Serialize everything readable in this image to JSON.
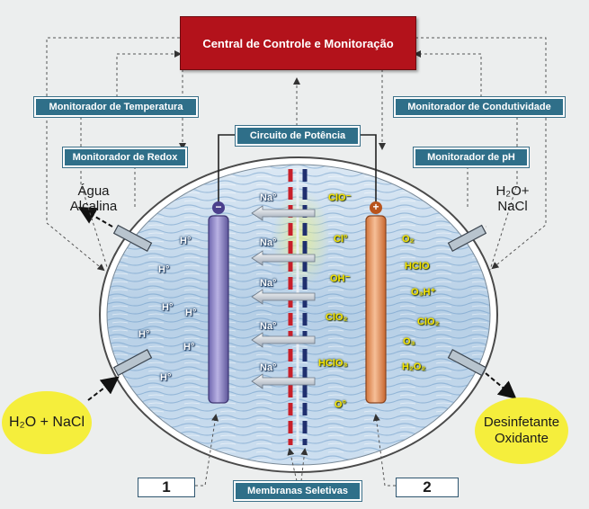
{
  "central": {
    "label": "Central de Controle e Monitoração"
  },
  "monitors": {
    "temperatura": "Monitorador de Temperatura",
    "condutividade": "Monitorador de Condutividade",
    "redox": "Monitorador de Redox",
    "ph": "Monitorador de pH",
    "circuito": "Circuito de Potência"
  },
  "labels": {
    "agua_alcalina": [
      "Água",
      "Alcalina"
    ],
    "h2o_nacl_in": [
      "H₂O+",
      "NaCl"
    ],
    "h2o_nacl_bubble": "H₂O + NaCl",
    "desinfetante": [
      "Desinfetante",
      "Oxidante"
    ],
    "membranas": "Membranas Seletivas",
    "box1": "1",
    "box2": "2"
  },
  "electrodes": {
    "cathode_sign": "−",
    "anode_sign": "+"
  },
  "cathode_ions": [
    "H°",
    "H°",
    "H°",
    "H°",
    "H°",
    "H°",
    "H°"
  ],
  "sodium_ions": [
    "Na°",
    "Na°",
    "Na°",
    "Na°",
    "Na°"
  ],
  "middle_ions": [
    "ClO⁻",
    "Cl°",
    "OH⁻",
    "ClO₂",
    "HClO₃",
    "O°"
  ],
  "anode_ions": [
    "O₂",
    "HClO",
    "O₃H⁺",
    "ClO₂",
    "O₃",
    "H₂O₂"
  ],
  "colors": {
    "central": "#b3121b",
    "monitor": "#2f6f89",
    "cathode": "#8c82c4",
    "anode": "#e8925a",
    "membrane_red": "#c8202a",
    "membrane_blue": "#1f2f6e",
    "bubble": "#f5ee3c",
    "water": "#8fb6d9"
  }
}
